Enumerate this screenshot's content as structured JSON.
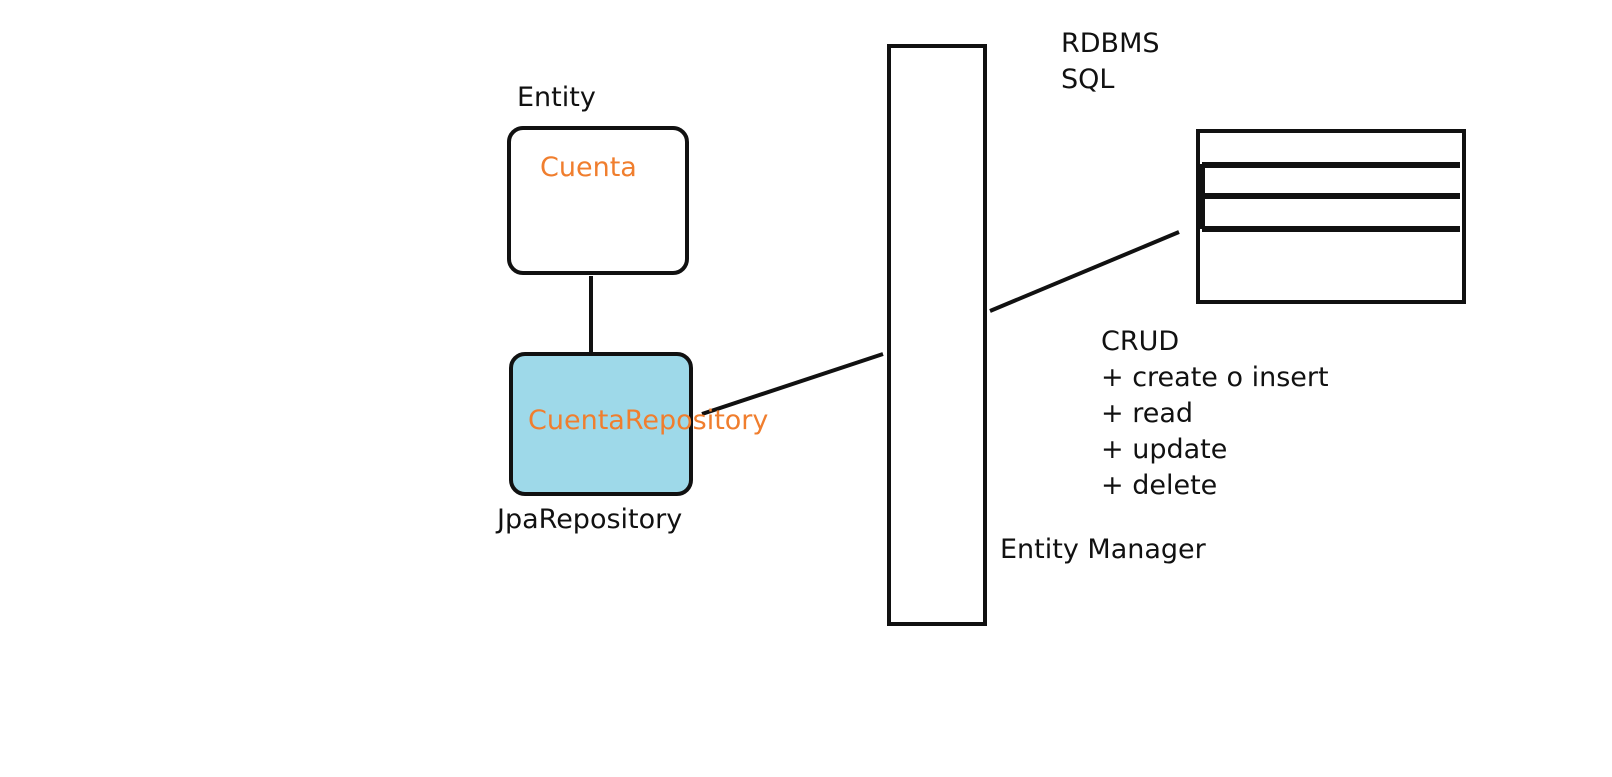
{
  "labels": {
    "entity": "Entity",
    "cuenta": "Cuenta",
    "cuenta_repository": "CuentaRepository",
    "jpa_repository": "JpaRepository",
    "rdbms": "RDBMS",
    "sql": "SQL",
    "entity_manager": "Entity Manager"
  },
  "crud": {
    "title": "CRUD",
    "operations": [
      "+ create o insert",
      "+ read",
      "+ update",
      "+ delete"
    ]
  },
  "colors": {
    "stroke": "#111111",
    "class_name_text": "#f07e2e",
    "repository_fill": "#9ed9e9",
    "background": "#ffffff"
  }
}
